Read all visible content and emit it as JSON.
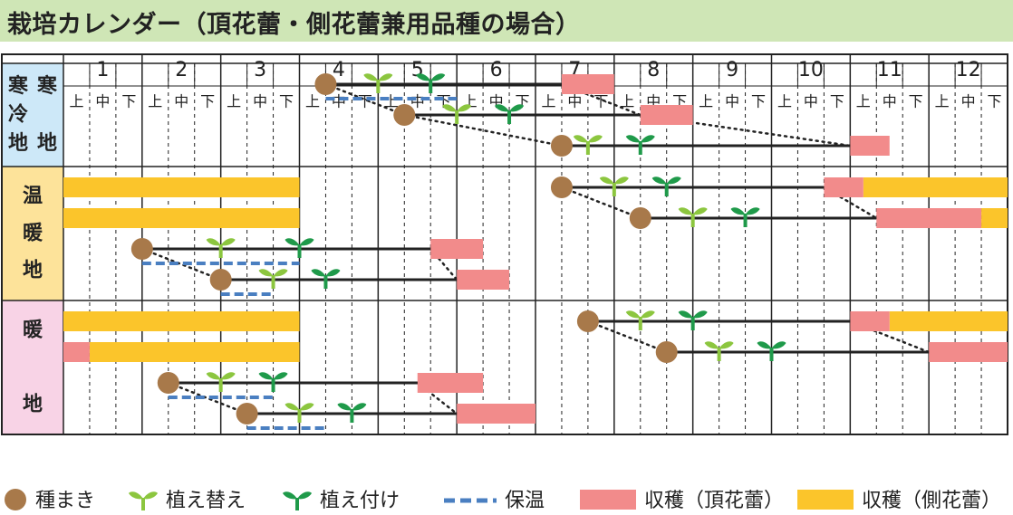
{
  "title": "栽培カレンダー（頂花蕾・側花蕾兼用品種の場合）",
  "colors": {
    "title_bg": "#cfe6b6",
    "region_cold_bg": "#cde8f8",
    "region_warm_bg": "#fde39a",
    "region_mild_bg": "#f8d3e6",
    "sowing": "#a8794a",
    "transplant": "#8cc63f",
    "planting": "#1f9a4a",
    "protection": "#4a7fc1",
    "harvest_top": "#f28b8b",
    "harvest_side": "#fbc52b",
    "grid": "#222222"
  },
  "chart_data": {
    "type": "table",
    "months": [
      "1",
      "2",
      "3",
      "4",
      "5",
      "6",
      "7",
      "8",
      "9",
      "10",
      "11",
      "12"
    ],
    "thirds": [
      "上",
      "中",
      "下"
    ],
    "regions": [
      {
        "label": "寒冷地",
        "label_lines": [
          "寒",
          "冷",
          "地"
        ],
        "label_col2": [
          "寒",
          "",
          "地"
        ],
        "bg": "#cde8f8",
        "rows": 3
      },
      {
        "label": "温暖地",
        "label_lines": [
          "温",
          "暖",
          "地"
        ],
        "label_col2": [],
        "bg": "#fde39a",
        "rows": 4
      },
      {
        "label": "暖地",
        "label_lines": [
          "暖",
          "",
          "地"
        ],
        "label_col2": [],
        "bg": "#f8d3e6",
        "rows": 4
      }
    ],
    "legend": [
      {
        "key": "sowing",
        "label": "種まき",
        "icon": "circle-icon"
      },
      {
        "key": "transplant",
        "label": "植え替え",
        "icon": "sprout-light-icon"
      },
      {
        "key": "planting",
        "label": "植え付け",
        "icon": "sprout-dark-icon"
      },
      {
        "key": "protection",
        "label": "保温",
        "icon": "dash-line-icon"
      },
      {
        "key": "harvest_top",
        "label": "収穫（頂花蕾）",
        "icon": "pink-bar-icon"
      },
      {
        "key": "harvest_side",
        "label": "収穫（側花蕾）",
        "icon": "yellow-bar-icon"
      }
    ],
    "units": "month thirds (0 = 1月上旬 start, 36 = 12月下旬 end)",
    "rows": [
      {
        "region": "寒冷地",
        "sow": 10,
        "transplant": 12,
        "plant": 14,
        "grow_end": 19,
        "protect": [
          10,
          15
        ],
        "harvest_top": [
          [
            19,
            21
          ]
        ],
        "harvest_side": []
      },
      {
        "region": "寒冷地",
        "sow": 13,
        "transplant": 15,
        "plant": 17,
        "grow_end": 22,
        "protect": null,
        "harvest_top": [
          [
            22,
            24
          ]
        ],
        "harvest_side": []
      },
      {
        "region": "寒冷地",
        "sow": 19,
        "transplant": 20,
        "plant": 22,
        "grow_end": 30,
        "protect": null,
        "harvest_top": [
          [
            30,
            31.5
          ]
        ],
        "harvest_side": []
      },
      {
        "region": "温暖地",
        "sow": 19,
        "transplant": 21,
        "plant": 23,
        "grow_end": 29,
        "protect": null,
        "harvest_top": [
          [
            29,
            30.5
          ]
        ],
        "harvest_side": [
          [
            30.5,
            36
          ],
          [
            0,
            9
          ]
        ]
      },
      {
        "region": "温暖地",
        "sow": 22,
        "transplant": 24,
        "plant": 26,
        "grow_end": 31,
        "protect": null,
        "harvest_top": [
          [
            31,
            35
          ]
        ],
        "harvest_side": [
          [
            35,
            36
          ],
          [
            0,
            9
          ]
        ]
      },
      {
        "region": "温暖地",
        "sow": 3,
        "transplant": 6,
        "plant": 9,
        "grow_end": 14,
        "protect": [
          3,
          9
        ],
        "harvest_top": [
          [
            14,
            16
          ]
        ],
        "harvest_side": []
      },
      {
        "region": "温暖地",
        "sow": 6,
        "transplant": 8,
        "plant": 10,
        "grow_end": 15,
        "protect": [
          6,
          8
        ],
        "harvest_top": [
          [
            15,
            17
          ]
        ],
        "harvest_side": []
      },
      {
        "region": "暖地",
        "sow": 20,
        "transplant": 22,
        "plant": 24,
        "grow_end": 30,
        "protect": null,
        "harvest_top": [
          [
            30,
            31.5
          ]
        ],
        "harvest_side": [
          [
            31.5,
            36
          ],
          [
            0,
            9
          ]
        ]
      },
      {
        "region": "暖地",
        "sow": 23,
        "transplant": 25,
        "plant": 27,
        "grow_end": 33,
        "protect": null,
        "harvest_top": [
          [
            33,
            36
          ],
          [
            0,
            1
          ]
        ],
        "harvest_side": [
          [
            1,
            9
          ]
        ]
      },
      {
        "region": "暖地",
        "sow": 4,
        "transplant": 6,
        "plant": 8,
        "grow_end": 13.5,
        "protect": [
          4,
          8
        ],
        "harvest_top": [
          [
            13.5,
            16
          ]
        ],
        "harvest_side": []
      },
      {
        "region": "暖地",
        "sow": 7,
        "transplant": 9,
        "plant": 11,
        "grow_end": 15,
        "protect": [
          7,
          10
        ],
        "harvest_top": [
          [
            15,
            18
          ]
        ],
        "harvest_side": []
      }
    ],
    "links": [
      [
        0,
        1
      ],
      [
        1,
        2
      ],
      [
        3,
        4
      ],
      [
        5,
        6
      ],
      [
        7,
        8
      ],
      [
        9,
        10
      ]
    ]
  }
}
